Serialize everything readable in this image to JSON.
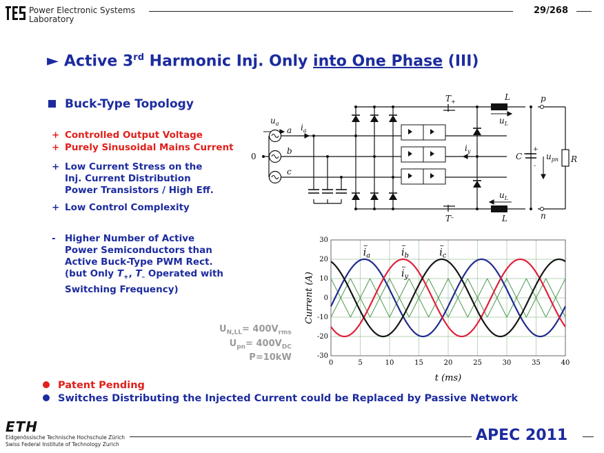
{
  "header": {
    "lab_name_line1": "Power Electronic Systems",
    "lab_name_line2": "Laboratory",
    "page_number": "29/268"
  },
  "title": {
    "prefix": "Active 3",
    "superscript": "rd",
    "middle": " Harmonic Inj. Only ",
    "underlined": "into One Phase",
    "suffix": " (III)"
  },
  "section": {
    "heading": "Buck-Type Topology"
  },
  "bullets": {
    "pro1_line1": "Controlled Output Voltage",
    "pro1_line2": "Purely Sinusoidal Mains Current",
    "pro2_line1": "Low Current Stress on the",
    "pro2_line2": "Inj. Current Distribution",
    "pro2_line3": "Power Transistors / High Eff.",
    "pro3_line1": "Low Control Complexity",
    "con_line1": "Higher Number of Active",
    "con_line2": "Power Semiconductors than",
    "con_line3": "Active Buck-Type PWM Rect.",
    "con_line4a": "(but Only ",
    "con_line4b": "T",
    "con_line4c": "+",
    "con_line4d": ", ",
    "con_line4e": "T",
    "con_line4f": "–",
    "con_line4g": " Operated with",
    "con_line5": "Switching Frequency)",
    "plus_marker": "+",
    "minus_marker": "-"
  },
  "specs": {
    "line1": "U",
    "line1_sub": "N,LL",
    "line1_val": "= 400V",
    "line1_unit": "rms",
    "line2": "U",
    "line2_sub": "pn",
    "line2_val": "= 400V",
    "line2_unit": "DC",
    "line3": "P=10kW"
  },
  "bottom": {
    "patent": "Patent Pending",
    "switches": "Switches Distributing the Injected Current could be Replaced by Passive Network"
  },
  "footer": {
    "eth_logo": "ETH",
    "eth_line1": "Eidgenössische Technische Hochschule Zürich",
    "eth_line2": "Swiss Federal Institute of Technology Zurich",
    "apec": "APEC 2011"
  },
  "circuit_labels": {
    "ua": "u",
    "ua_sub": "a",
    "ia": "i",
    "ia_sub": "a",
    "a": "a",
    "b": "b",
    "c": "c",
    "zero": "0",
    "t_plus": "T",
    "t_plus_sub": "+",
    "t_minus": "T",
    "t_minus_sub": "–",
    "L_top": "L",
    "L_bot": "L",
    "uL_top": "u",
    "uL_top_sub": "L",
    "uL_bot": "u",
    "uL_bot_sub": "L",
    "iy": "i",
    "iy_sub": "y",
    "p": "p",
    "n": "n",
    "C": "C",
    "upn": "u",
    "upn_sub": "pn",
    "R": "R",
    "plus": "+",
    "minus": "-"
  },
  "colors": {
    "blue_text": "#1c2b9e",
    "red_text": "#e0201b",
    "phase_a": "#1f2a8f",
    "phase_b": "#e0203a",
    "phase_c": "#151515",
    "inj": "#5a9e5a",
    "circuit_green": "#2a8a5a"
  },
  "chart_data": {
    "type": "line",
    "xlabel": "t (ms)",
    "ylabel": "Current (A)",
    "xlim": [
      0,
      40
    ],
    "ylim": [
      -30,
      30
    ],
    "xticks": [
      0,
      5,
      10,
      15,
      20,
      25,
      30,
      35,
      40
    ],
    "yticks": [
      30,
      20,
      10,
      0,
      -10,
      -20,
      -30
    ],
    "grid": true,
    "series_labels": [
      {
        "name": "i",
        "sub": "a",
        "x": 5.5,
        "y": 22
      },
      {
        "name": "i",
        "sub": "b",
        "x": 12.0,
        "y": 22
      },
      {
        "name": "i",
        "sub": "c",
        "x": 18.5,
        "y": 22
      },
      {
        "name": "i",
        "sub": "y",
        "x": 12.0,
        "y": 11
      }
    ],
    "series": [
      {
        "name": "ia",
        "amplitude": 20,
        "phase_deg": 0,
        "period_ms": 20,
        "peak_at_ms": 5.7
      },
      {
        "name": "ib",
        "amplitude": 20,
        "phase_deg": -120,
        "period_ms": 20,
        "peak_at_ms": 12.3
      },
      {
        "name": "ic",
        "amplitude": 20,
        "phase_deg": 120,
        "period_ms": 20,
        "peak_at_ms": 18.9
      },
      {
        "name": "iy",
        "type": "triangle",
        "amplitude": 10,
        "period_ms": 6.667
      }
    ]
  }
}
